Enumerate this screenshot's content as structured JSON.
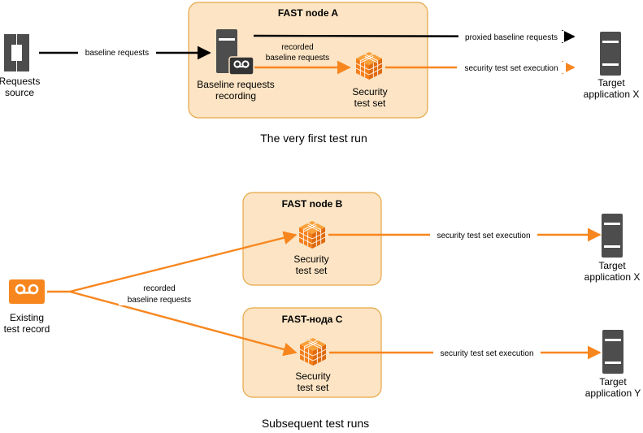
{
  "top": {
    "node_title": "FAST node A",
    "requests_source": [
      "Requests",
      "source"
    ],
    "baseline_requests": "baseline requests",
    "recording": [
      "Baseline requests",
      "recording"
    ],
    "recorded_baseline": [
      "recorded",
      "baseline requests"
    ],
    "security_test_set": [
      "Security",
      "test set"
    ],
    "proxied": "proxied baseline requests",
    "execution": "security test set execution",
    "target": [
      "Target",
      "application X"
    ],
    "caption": "The very first test run"
  },
  "bottom": {
    "node_b_title": "FAST node B",
    "node_c_title": "FAST-нода C",
    "existing_record": [
      "Existing",
      "test record"
    ],
    "recorded_baseline": [
      "recorded",
      "baseline requests"
    ],
    "security_b": [
      "Security",
      "test set"
    ],
    "security_c": [
      "Security",
      "test set"
    ],
    "execution_b": "security test set execution",
    "execution_c": "security test set execution",
    "target_x": [
      "Target",
      "application X"
    ],
    "target_y": [
      "Target",
      "application Y"
    ],
    "caption": "Subsequent test runs"
  },
  "colors": {
    "node_fill": "#FCE4C4",
    "node_stroke": "#E6A645",
    "orange": "#F7861E",
    "dark": "#333333",
    "server": "#4D4D4D"
  },
  "icons": [
    "gateway-icon",
    "server-icon",
    "tape-icon",
    "cube-icon"
  ]
}
